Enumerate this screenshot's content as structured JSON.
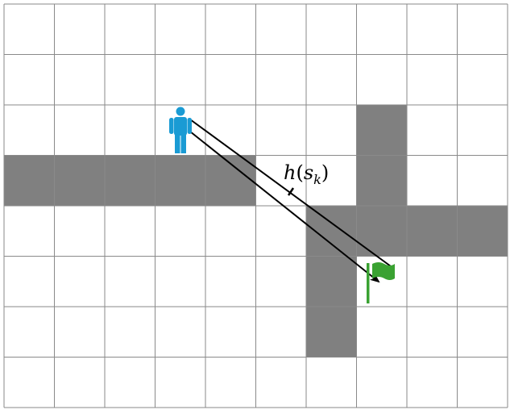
{
  "grid": {
    "cols": 10,
    "rows": 8,
    "line_color": "#8a8a8a",
    "cell_fill": "#ffffff"
  },
  "walls": {
    "color": "#808080",
    "cells": [
      [
        0,
        3
      ],
      [
        1,
        3
      ],
      [
        2,
        3
      ],
      [
        3,
        3
      ],
      [
        4,
        3
      ],
      [
        7,
        2
      ],
      [
        7,
        3
      ],
      [
        6,
        4
      ],
      [
        7,
        4
      ],
      [
        8,
        4
      ],
      [
        9,
        4
      ],
      [
        6,
        5
      ],
      [
        6,
        6
      ]
    ]
  },
  "agent": {
    "icon": "person-icon",
    "color": "#1a9bd4",
    "cell": [
      3,
      2
    ]
  },
  "goal": {
    "icon": "flag-icon",
    "color": "#3aa232",
    "cell": [
      7,
      5
    ]
  },
  "heuristic": {
    "label_main": "h",
    "label_open": "(",
    "label_var": "s",
    "label_sub": "k",
    "label_close": ")",
    "line_color": "#000000"
  }
}
